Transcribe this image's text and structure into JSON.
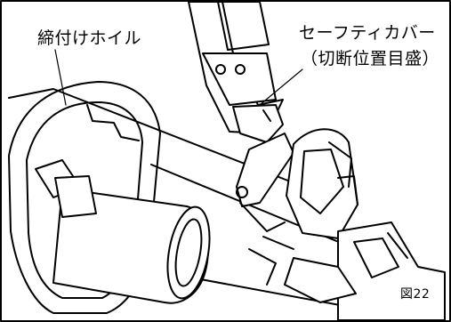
{
  "labels": {
    "tightening_wheel": "締付けホイル",
    "safety_cover_line1": "セーフティカバー",
    "safety_cover_line2": "（切断位置目盛）",
    "figure_number": "図22"
  },
  "colors": {
    "line": "#000000",
    "background": "#ffffff",
    "shade": "#e6e6e6"
  }
}
